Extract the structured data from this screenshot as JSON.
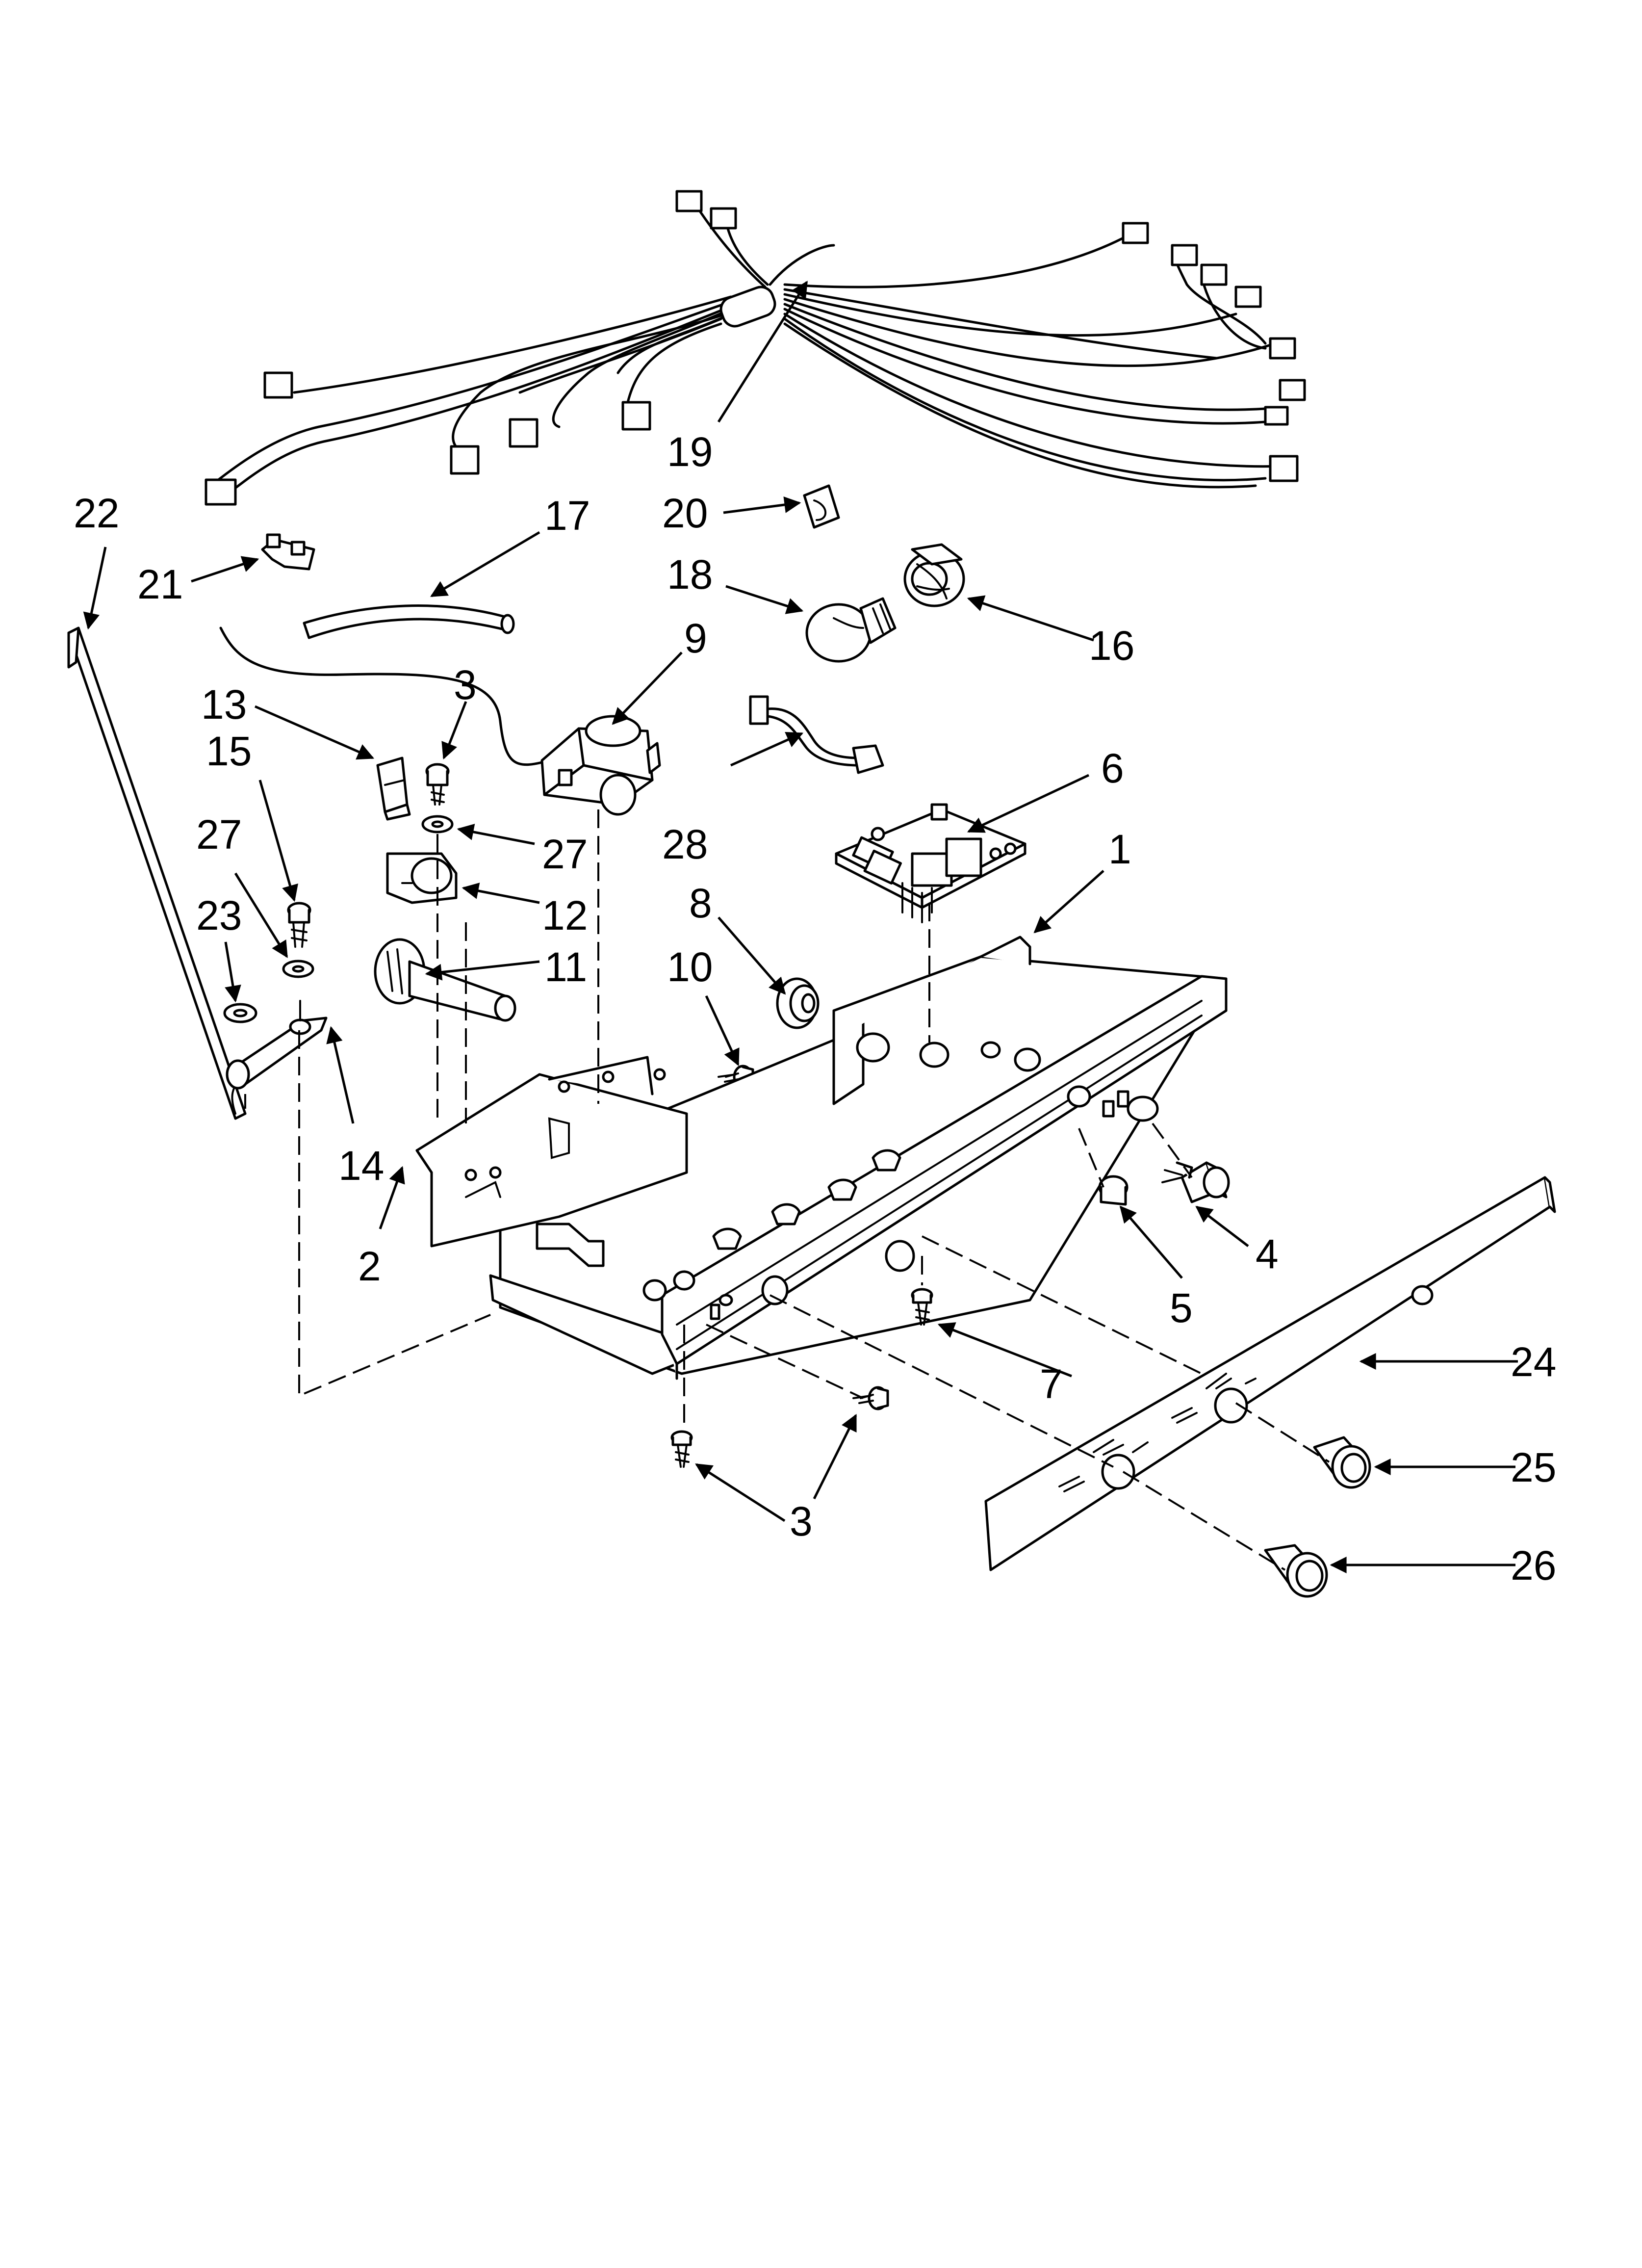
{
  "diagram": {
    "accent_color": "#000000",
    "callouts": [
      {
        "id": "c19",
        "text": "19"
      },
      {
        "id": "c20",
        "text": "20"
      },
      {
        "id": "c22",
        "text": "22"
      },
      {
        "id": "c17",
        "text": "17"
      },
      {
        "id": "c21",
        "text": "21"
      },
      {
        "id": "c18",
        "text": "18"
      },
      {
        "id": "c16",
        "text": "16"
      },
      {
        "id": "c9",
        "text": "9"
      },
      {
        "id": "c13",
        "text": "13"
      },
      {
        "id": "c3a",
        "text": "3"
      },
      {
        "id": "c15",
        "text": "15"
      },
      {
        "id": "c27a",
        "text": "27"
      },
      {
        "id": "c27b",
        "text": "27"
      },
      {
        "id": "c28",
        "text": "28"
      },
      {
        "id": "c6",
        "text": "6"
      },
      {
        "id": "c12",
        "text": "12"
      },
      {
        "id": "c23",
        "text": "23"
      },
      {
        "id": "c11",
        "text": "11"
      },
      {
        "id": "c1",
        "text": "1"
      },
      {
        "id": "c8",
        "text": "8"
      },
      {
        "id": "c10",
        "text": "10"
      },
      {
        "id": "c14",
        "text": "14"
      },
      {
        "id": "c2",
        "text": "2"
      },
      {
        "id": "c4",
        "text": "4"
      },
      {
        "id": "c5",
        "text": "5"
      },
      {
        "id": "c7",
        "text": "7"
      },
      {
        "id": "c24",
        "text": "24"
      },
      {
        "id": "c25",
        "text": "25"
      },
      {
        "id": "c3b",
        "text": "3"
      },
      {
        "id": "c26",
        "text": "26"
      }
    ]
  }
}
